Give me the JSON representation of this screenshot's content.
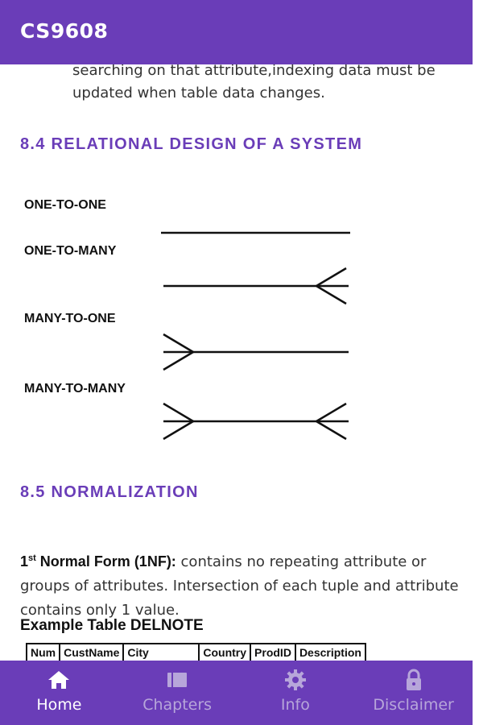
{
  "app": {
    "title": "CS9608"
  },
  "content": {
    "intro_text": "searching on that attribute,indexing data must be updated when table data changes.",
    "section_84": "8.4 RELATIONAL DESIGN OF A SYSTEM",
    "relationships": [
      {
        "label": "ONE-TO-ONE"
      },
      {
        "label": "ONE-TO-MANY"
      },
      {
        "label": "MANY-TO-ONE"
      },
      {
        "label": "MANY-TO-MANY"
      }
    ],
    "section_85": "8.5 NORMALIZATION",
    "nf1": {
      "sup": "st",
      "lead_rest": " Normal Form (1NF):",
      "lead_num": "1",
      "body": " contains no repeating attribute or groups of attributes. Intersection of each tuple and attribute contains only 1 value."
    },
    "table_caption": "Example Table DELNOTE",
    "table_headers": [
      "Num",
      "CustName",
      "City",
      "Country",
      "ProdID",
      "Description"
    ]
  },
  "nav": {
    "items": [
      {
        "label": "Home",
        "icon": "home-icon",
        "active": true
      },
      {
        "label": "Chapters",
        "icon": "chapters-icon",
        "active": false
      },
      {
        "label": "Info",
        "icon": "gear-icon",
        "active": false
      },
      {
        "label": "Disclaimer",
        "icon": "lock-icon",
        "active": false
      }
    ]
  },
  "colors": {
    "primary": "#6a3db8",
    "inactive_nav": "#b7a6da",
    "text": "#333333"
  }
}
